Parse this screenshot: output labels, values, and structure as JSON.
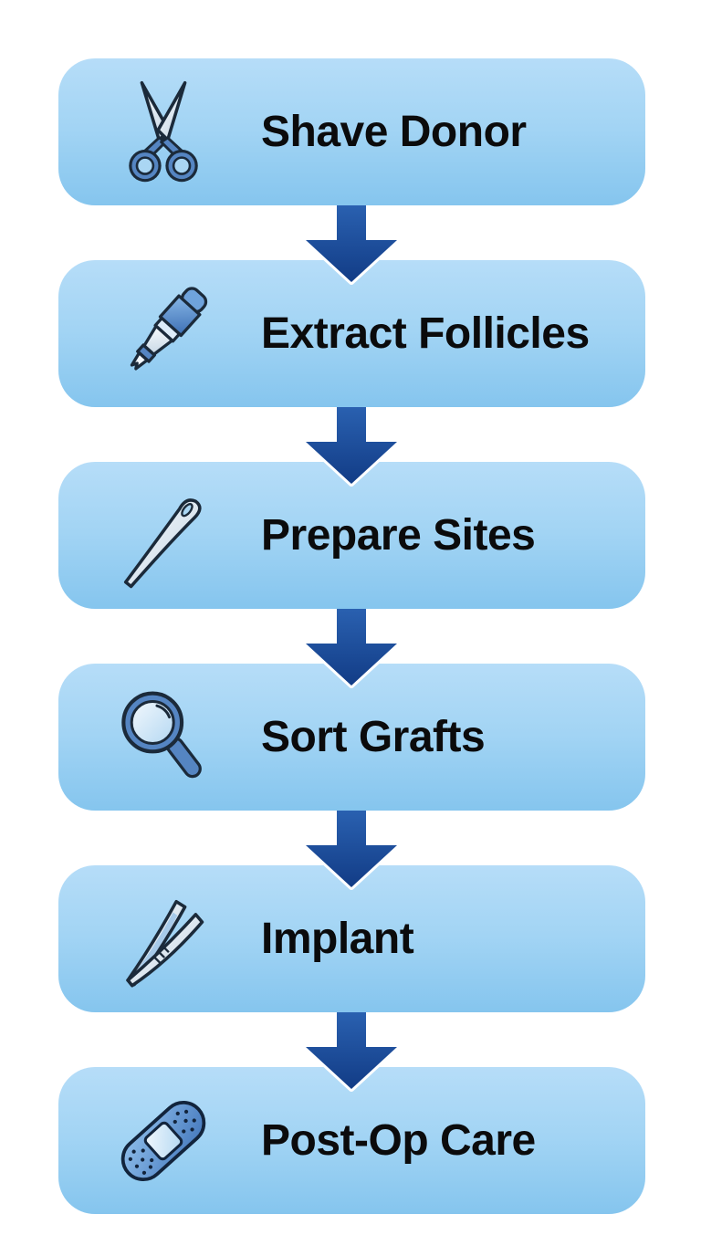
{
  "diagram": {
    "type": "flowchart",
    "orientation": "vertical",
    "steps": [
      {
        "label": "Shave Donor",
        "icon": "scissors-icon"
      },
      {
        "label": "Extract Follicles",
        "icon": "punch-tool-icon"
      },
      {
        "label": "Prepare Sites",
        "icon": "needle-icon"
      },
      {
        "label": "Sort Grafts",
        "icon": "magnifier-icon"
      },
      {
        "label": "Implant",
        "icon": "tweezers-icon"
      },
      {
        "label": "Post-Op Care",
        "icon": "bandage-icon"
      }
    ],
    "colors": {
      "background": "#ffffff",
      "box_gradient_top": "#b6ddf8",
      "box_gradient_bottom": "#85c5ee",
      "arrow_gradient_top": "#2c64b4",
      "arrow_gradient_bottom": "#123c86",
      "arrow_outline": "#ffffff",
      "label_text": "#0b0b0c",
      "icon_outline": "#1b2a3a",
      "icon_blue": "#5585c2"
    }
  }
}
